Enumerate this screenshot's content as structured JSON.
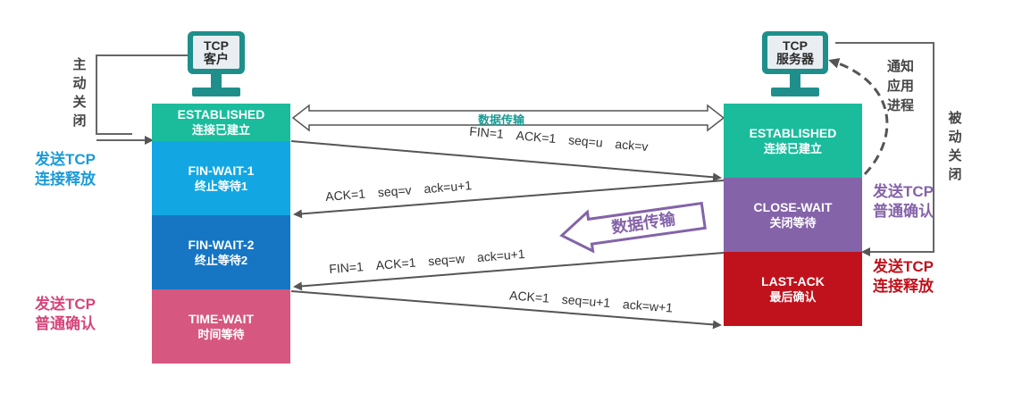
{
  "client": {
    "line1": "TCP",
    "line2": "客户"
  },
  "server": {
    "line1": "TCP",
    "line2": "服务器"
  },
  "client_states": [
    {
      "en": "ESTABLISHED",
      "zh": "连接已建立",
      "color": "#1abc9c"
    },
    {
      "en": "FIN-WAIT-1",
      "zh": "终止等待1",
      "color": "#12a7e3"
    },
    {
      "en": "FIN-WAIT-2",
      "zh": "终止等待2",
      "color": "#1676c4"
    },
    {
      "en": "TIME-WAIT",
      "zh": "时间等待",
      "color": "#d6577f"
    }
  ],
  "server_states": [
    {
      "en": "ESTABLISHED",
      "zh": "连接已建立",
      "color": "#1abc9c"
    },
    {
      "en": "CLOSE-WAIT",
      "zh": "关闭等待",
      "color": "#8463a8"
    },
    {
      "en": "LAST-ACK",
      "zh": "最后确认",
      "color": "#c0121c"
    }
  ],
  "labels": {
    "active_close": "主动关闭",
    "passive_close": "被动关闭",
    "notify_app": "通知应用进程",
    "client_send_release": [
      "发送TCP",
      "连接释放"
    ],
    "client_send_ack": [
      "发送TCP",
      "普通确认"
    ],
    "server_send_ack": [
      "发送TCP",
      "普通确认"
    ],
    "server_send_release": [
      "发送TCP",
      "连接释放"
    ],
    "data_transfer_top": "数据传输",
    "data_transfer_mid": "数据传输"
  },
  "messages": {
    "m1": [
      "FIN=1",
      "ACK=1",
      "seq=u",
      "ack=v"
    ],
    "m2": [
      "ACK=1",
      "seq=v",
      "ack=u+1"
    ],
    "m3": [
      "FIN=1",
      "ACK=1",
      "seq=w",
      "ack=u+1"
    ],
    "m4": [
      "ACK=1",
      "seq=u+1",
      "ack=w+1"
    ]
  },
  "colors": {
    "client_release": "#1a9bd8",
    "client_ack": "#d6457a",
    "server_ack": "#8463a8",
    "server_release": "#c0121c",
    "arrow": "#555555"
  }
}
